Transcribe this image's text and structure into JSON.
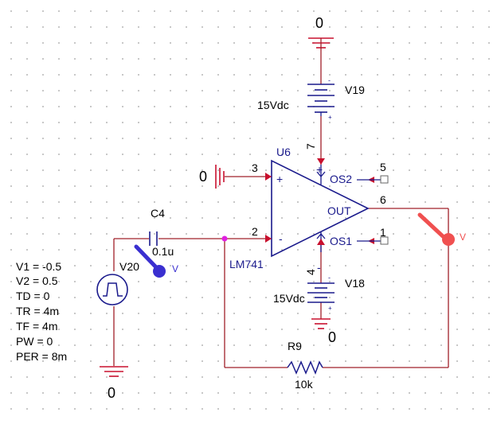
{
  "grounds": {
    "top": "0",
    "v18": "0",
    "v20": "0",
    "left": "0"
  },
  "v19": {
    "ref": "V19",
    "value": "15Vdc"
  },
  "v18": {
    "ref": "V18",
    "value": "15Vdc"
  },
  "u6": {
    "ref": "U6",
    "part": "LM741",
    "plus": "+",
    "minus": "-",
    "out": "OUT",
    "os1": "OS1",
    "os2": "OS2",
    "pin2": "2",
    "pin3": "3",
    "pin4": "4",
    "pin7": "7",
    "pin1": "1",
    "pin5": "5",
    "pin6": "6"
  },
  "c4": {
    "ref": "C4",
    "value": "0.1u"
  },
  "v20": {
    "ref": "V20",
    "params": [
      "V1 = -0.5",
      "V2 = 0.5",
      "TD = 0",
      "TR = 4m",
      "TF = 4m",
      "PW = 0",
      "PER = 8m"
    ]
  },
  "r9": {
    "ref": "R9",
    "value": "10k"
  },
  "probes": {
    "input": "V",
    "output": "V"
  },
  "colors": {
    "wire": "#a0202a",
    "part": "#1a1a8c",
    "pin": "#c8102e",
    "probe_in": "#3a2fd0",
    "probe_out": "#f05050",
    "junction": "#e020e0"
  }
}
